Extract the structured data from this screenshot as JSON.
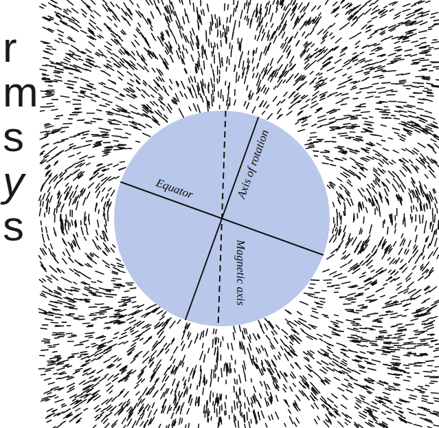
{
  "diagram": {
    "nodes": [
      {
        "text": [
          "Equator",
          "Axis of rotation",
          "Magnetic axis"
        ]
      }
    ],
    "labels": [
      "r",
      "m",
      "s",
      "y",
      "s"
    ]
  }
}
